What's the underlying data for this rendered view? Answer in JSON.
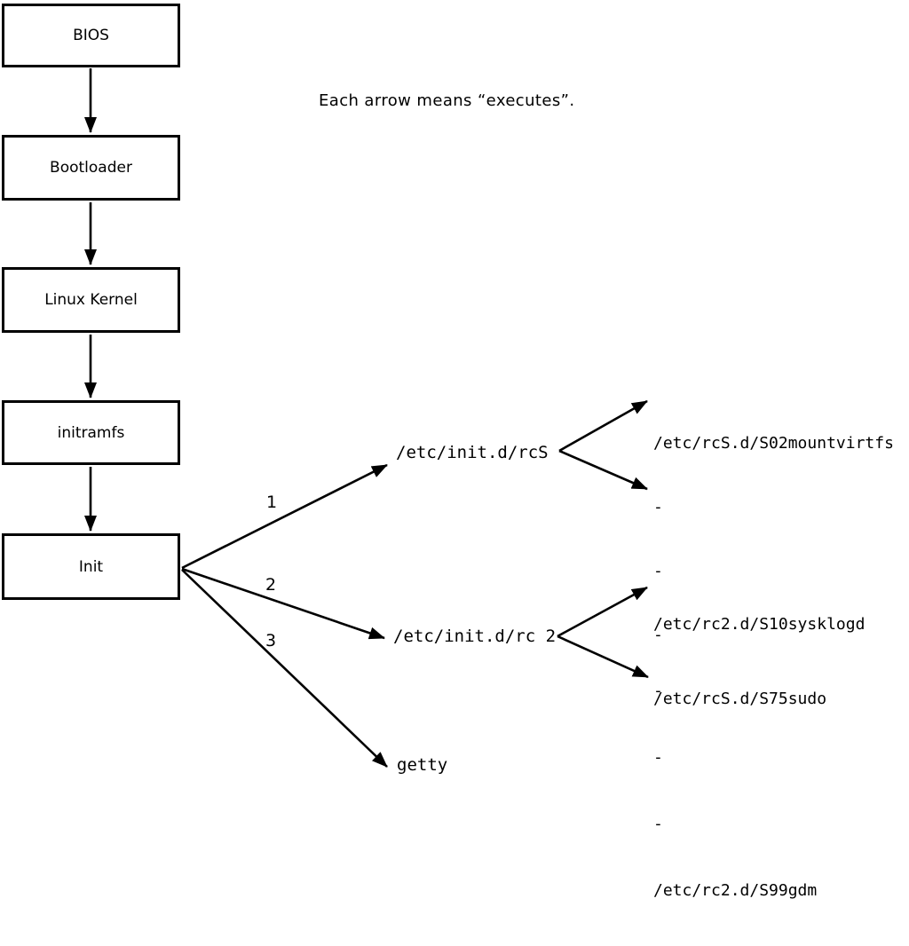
{
  "note": "Each arrow means “executes”.",
  "chain": [
    {
      "label": "BIOS"
    },
    {
      "label": "Bootloader"
    },
    {
      "label": "Linux Kernel"
    },
    {
      "label": "initramfs"
    },
    {
      "label": "Init"
    }
  ],
  "init_execs": [
    {
      "order": "1",
      "target": "/etc/init.d/rcS"
    },
    {
      "order": "2",
      "target": "/etc/init.d/rc 2"
    },
    {
      "order": "3",
      "target": "getty"
    }
  ],
  "rcS_dir": [
    "/etc/rcS.d/S02mountvirtfs",
    "-",
    "-",
    "-",
    "/etc/rcS.d/S75sudo"
  ],
  "rc2_dir": [
    "/etc/rc2.d/S10sysklogd",
    "-",
    "-",
    "-",
    "/etc/rc2.d/S99gdm"
  ],
  "colors": {
    "line": "#000000",
    "background": "#ffffff",
    "box_fill": "#ffffff",
    "text": "#000000"
  }
}
